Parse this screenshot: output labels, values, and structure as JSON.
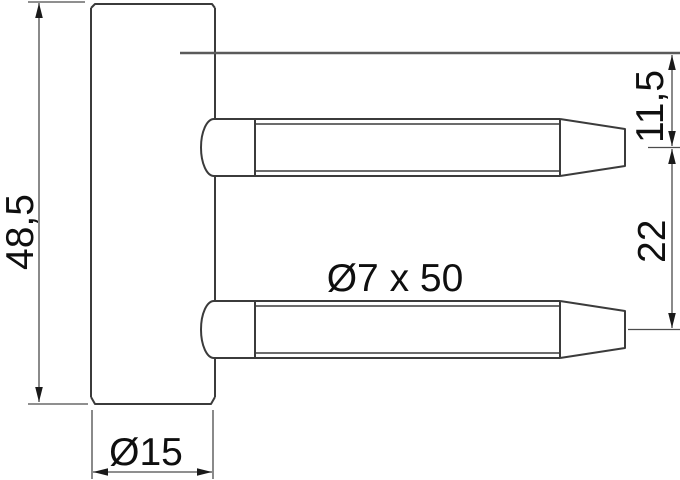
{
  "drawing": {
    "kind": "technical-dimension-drawing",
    "dimensions": {
      "overall_height": "48,5",
      "pin_top_offset": "11,5",
      "pin_spacing": "22",
      "pin_spec": "Ø7 x 50",
      "body_diameter": "Ø15"
    },
    "colors": {
      "outline": "#3b3b3b",
      "reference_line": "#5a5a5a",
      "dimension_line": "#4c4c4c",
      "text": "#0f0f0f",
      "background": "#ffffff"
    }
  }
}
